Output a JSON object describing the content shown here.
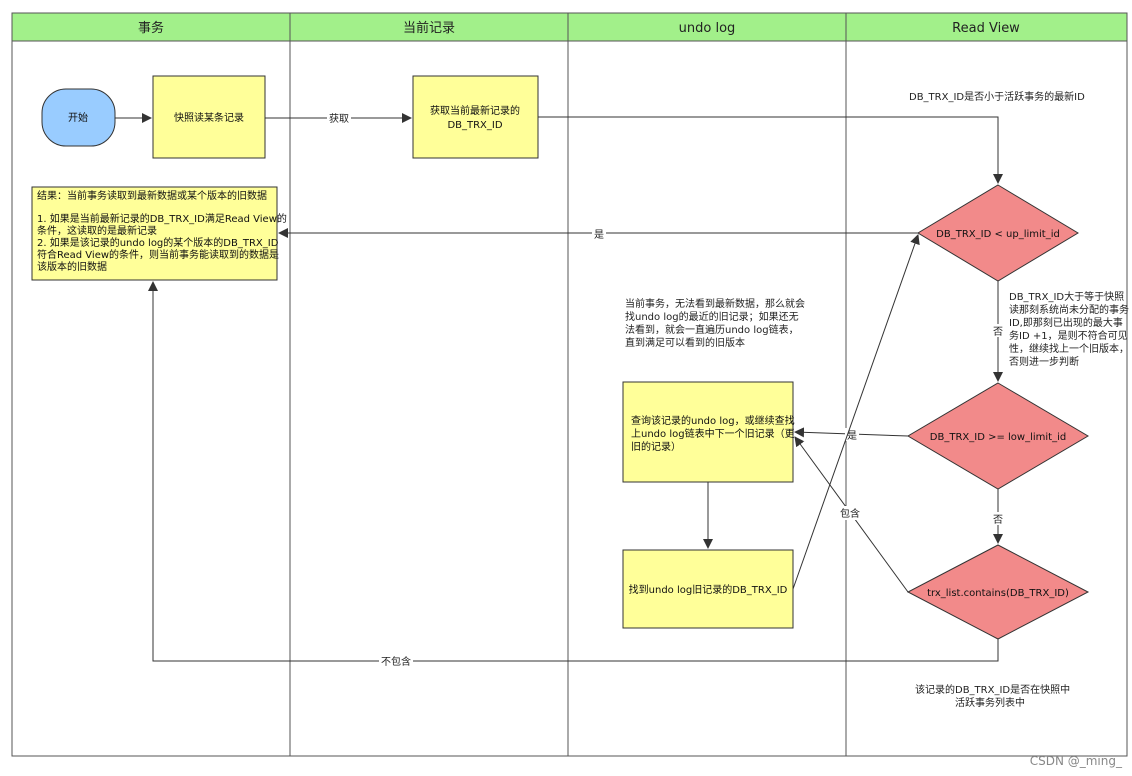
{
  "lanes": {
    "transaction": "事务",
    "current_record": "当前记录",
    "undo_log": "undo log",
    "read_view": "Read View"
  },
  "nodes": {
    "start": "开始",
    "snapshot_read": "快照读某条记录",
    "get_trx_id": [
      "获取当前最新记录的",
      "DB_TRX_ID"
    ],
    "result": [
      "结果：当前事务读取到最新数据或某个版本的旧数据",
      "",
      "1. 如果是当前最新记录的DB_TRX_ID满足Read View的",
      "条件，这读取的是最新记录",
      "2. 如果是该记录的undo log的某个版本的DB_TRX_ID",
      "符合Read View的条件，则当前事务能读取到的数据是",
      "该版本的旧数据"
    ],
    "query_undo": [
      "查询该记录的undo log，或继续查找",
      "上undo log链表中下一个旧记录（更",
      "旧的记录）"
    ],
    "find_old_trx": "找到undo log旧记录的DB_TRX_ID",
    "cond_up_limit": "DB_TRX_ID < up_limit_id",
    "cond_low_limit": "DB_TRX_ID >= low_limit_id",
    "cond_contains": "trx_list.contains(DB_TRX_ID)"
  },
  "notes": {
    "is_less_than_active": "DB_TRX_ID是否小于活跃事务的最新ID",
    "undo_explain": [
      "当前事务，无法看到最新数据，那么就会",
      "找undo log的最近的旧记录；如果还无",
      "法看到，就会一直遍历undo log链表，",
      "直到满足可以看到的旧版本"
    ],
    "ge_explain": [
      "DB_TRX_ID大于等于快照",
      "读那刻系统尚未分配的事务",
      "ID,即那刻已出现的最大事",
      "务ID +1，是则不符合可见",
      "性，继续找上一个旧版本，",
      "否则进一步判断"
    ],
    "in_active_list": [
      "该记录的DB_TRX_ID是否在快照中",
      "活跃事务列表中"
    ]
  },
  "edge_labels": {
    "fetch": "获取",
    "yes_1": "是",
    "no_1": "否",
    "yes_2": "是",
    "no_2": "否",
    "contains": "包含",
    "not_contains": "不包含"
  },
  "watermark": "CSDN @_ming_",
  "colors": {
    "header_fill": "#a2f08a",
    "box_fill": "#ffff99",
    "start_fill": "#99ccff",
    "diamond_fill": "#f28a8a",
    "border": "#333333"
  }
}
